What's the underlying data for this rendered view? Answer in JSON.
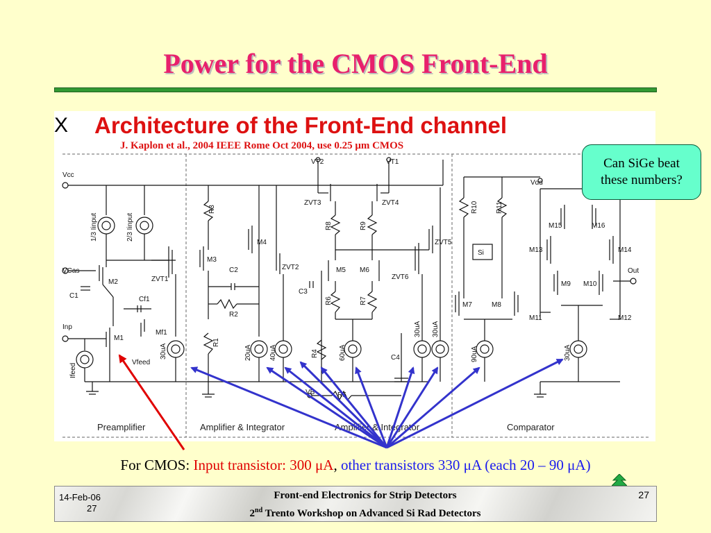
{
  "slide": {
    "title": "Power for the CMOS Front-End"
  },
  "figure": {
    "corner_mark": "X",
    "heading": "Architecture of the Front-End channel",
    "citation": "J. Kaplon et al., 2004 IEEE Rome Oct 2004, use 0.25 μm CMOS",
    "sections": [
      "Preamplifier",
      "Amplifier & Integrator",
      "Amplifier & Integrator",
      "Comparator"
    ],
    "labels": {
      "vcc": "Vcc",
      "vcas": "VCas",
      "inp": "Inp",
      "ifeed": "Ifeed",
      "vfeed": "Vfeed",
      "c1": "C1",
      "cf1": "Cf1",
      "mf1": "Mf1",
      "m1": "M1",
      "m2": "M2",
      "i13": "1/3 Iinput",
      "i23": "2/3 Iinput",
      "zvt1": "ZVT1",
      "s30a": "30uA",
      "r3": "R3",
      "m3": "M3",
      "m4": "M4",
      "c2": "C2",
      "r2": "R2",
      "r1": "R1",
      "zvt2": "ZVT2",
      "s20a": "20uA",
      "s40a": "40uA",
      "vt2": "VT2",
      "vt1": "VT1",
      "zvt3": "ZVT3",
      "zvt4": "ZVT4",
      "r8": "R8",
      "r9": "R9",
      "m5": "M5",
      "m6": "M6",
      "c3": "C3",
      "r6": "R6",
      "r7": "R7",
      "r4": "R4",
      "s60a": "60uA",
      "c4": "C4",
      "zvt6": "ZVT6",
      "zvt5": "ZVT5",
      "s30b": "30uA",
      "s30c": "30uA",
      "vb": "VB",
      "r5": "R5",
      "r10": "R10",
      "r11": "R11",
      "si": "Si",
      "m7": "M7",
      "m8": "M8",
      "s90a": "90uA",
      "vdd": "Vdd",
      "m15": "M15",
      "m16": "M16",
      "m13": "M13",
      "m14": "M14",
      "m9": "M9",
      "m10": "M10",
      "out": "Out",
      "m11": "M11",
      "m12": "M12",
      "s30d": "30uA"
    }
  },
  "callout": {
    "line1": "Can SiGe beat",
    "line2": "these numbers?"
  },
  "summary": {
    "prefix": "For CMOS: ",
    "input": "Input transistor: 300 μA",
    "comma": ", ",
    "other": "other transistors  330 μA (each 20 – 90 μA)"
  },
  "footer": {
    "date": "14-Feb-06",
    "page_left": "27",
    "line1": "Front-end Electronics for Strip Detectors",
    "line2_ord": "2",
    "line2_sup": "nd",
    "line2_rest": " Trento Workshop on Advanced Si Rad Detectors",
    "page_right": "27"
  },
  "colors": {
    "background": "#ffffcc",
    "title": "#e8206c",
    "rule": "#339933",
    "heading": "#dd1111",
    "callout": "#66ffcc",
    "red_arrow": "#e00000",
    "blue_arrows": "#3333cc"
  }
}
